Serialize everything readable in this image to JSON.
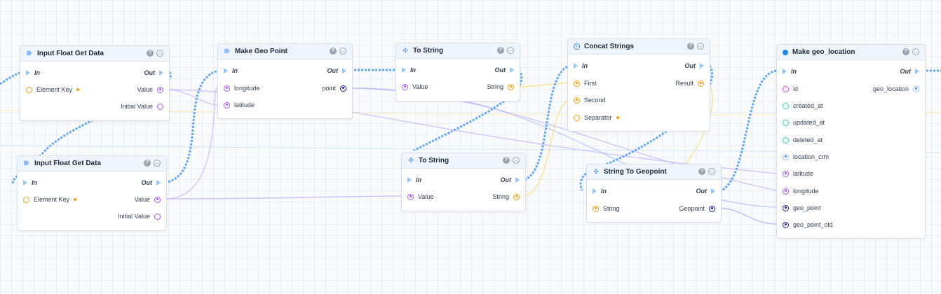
{
  "colors": {
    "exec_wire": "#60a5fa",
    "data_wire_purple": "#c4b5fd",
    "data_wire_orange": "#fcd34d",
    "pin_orange": "#f59e0b",
    "pin_purple": "#a855f7",
    "pin_navy": "#1e1b9b",
    "pin_green": "#34d399",
    "pin_pink": "#d946ef",
    "pin_blue": "#3b82f6"
  },
  "nodes": {
    "input_float_1": {
      "title": "Input Float Get Data",
      "icon": "float-input-icon",
      "in": "In",
      "out": "Out",
      "pins": {
        "element_key": "Element Key",
        "value": "Value",
        "initial_value": "Initial Value"
      }
    },
    "input_float_2": {
      "title": "Input Float Get Data",
      "icon": "float-input-icon",
      "in": "In",
      "out": "Out",
      "pins": {
        "element_key": "Element Key",
        "value": "Value",
        "initial_value": "Initial Value"
      }
    },
    "make_geo_point": {
      "title": "Make Geo Point",
      "icon": "float-input-icon",
      "in": "In",
      "out": "Out",
      "pins": {
        "longitude": "longitude",
        "latitude": "latitude",
        "point": "point"
      }
    },
    "to_string_1": {
      "title": "To String",
      "icon": "convert-icon",
      "in": "In",
      "out": "Out",
      "pins": {
        "value": "Value",
        "string": "String"
      }
    },
    "to_string_2": {
      "title": "To String",
      "icon": "convert-icon",
      "in": "In",
      "out": "Out",
      "pins": {
        "value": "Value",
        "string": "String"
      }
    },
    "concat_strings": {
      "title": "Concat Strings",
      "icon": "concat-icon",
      "in": "In",
      "out": "Out",
      "pins": {
        "first": "First",
        "second": "Second",
        "separator": "Separator",
        "result": "Result"
      }
    },
    "string_to_geopoint": {
      "title": "String To Geopoint",
      "icon": "convert-icon",
      "in": "In",
      "out": "Out",
      "pins": {
        "string": "String",
        "geopoint": "Geopoint"
      }
    },
    "make_geo_location": {
      "title": "Make geo_location",
      "icon": "entity-icon",
      "in": "In",
      "out": "Out",
      "pins": {
        "id": "id",
        "created_at": "created_at",
        "updated_at": "updated_at",
        "deleted_at": "deleted_at",
        "location_crm": "location_crm",
        "latitude": "latitude",
        "longitude": "longitude",
        "geo_point": "geo_point",
        "geo_point_old": "geo_point_old",
        "geo_location": "geo_location"
      }
    }
  }
}
